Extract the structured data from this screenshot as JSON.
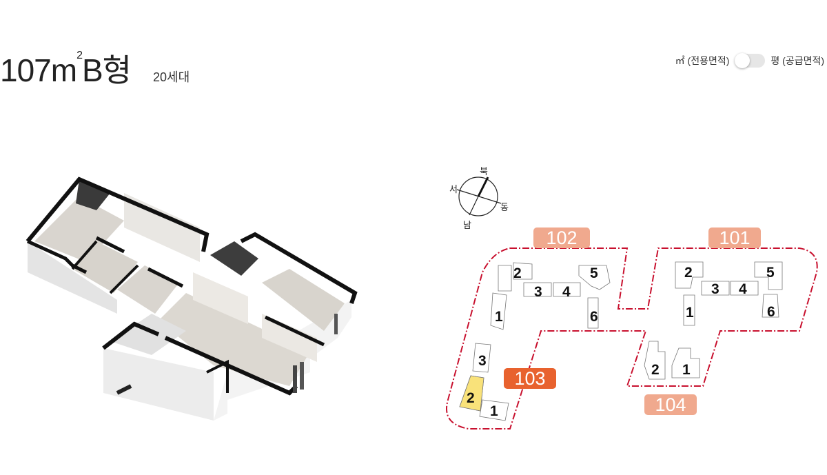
{
  "header": {
    "type_area": "107",
    "type_unit": "m",
    "type_unit_sup": "2",
    "type_suffix": "B형",
    "household_count": "20세대"
  },
  "unit_toggle": {
    "left_label": "㎡ (전용면적)",
    "right_label": "평 (공급면적)",
    "state": "off"
  },
  "floorplan": {
    "alt": "107㎡B형 3D floor plan"
  },
  "compass": {
    "north": "북",
    "south": "남",
    "east": "동",
    "west": "서"
  },
  "site_plan": {
    "boundary_color": "#c8102e",
    "highlight_color": "#f9e27a",
    "blocks": [
      {
        "id": "102",
        "label": "102",
        "color": "#f0a98e",
        "active": false,
        "buildings": [
          "1",
          "2",
          "3",
          "4",
          "5",
          "6"
        ]
      },
      {
        "id": "101",
        "label": "101",
        "color": "#f0a98e",
        "active": false,
        "buildings": [
          "1",
          "2",
          "3",
          "4",
          "5",
          "6"
        ]
      },
      {
        "id": "103",
        "label": "103",
        "color": "#e8622e",
        "active": true,
        "buildings": [
          "1",
          "2",
          "3"
        ],
        "highlighted_building": "2"
      },
      {
        "id": "104",
        "label": "104",
        "color": "#f0a98e",
        "active": false,
        "buildings": [
          "1",
          "2"
        ]
      }
    ]
  }
}
